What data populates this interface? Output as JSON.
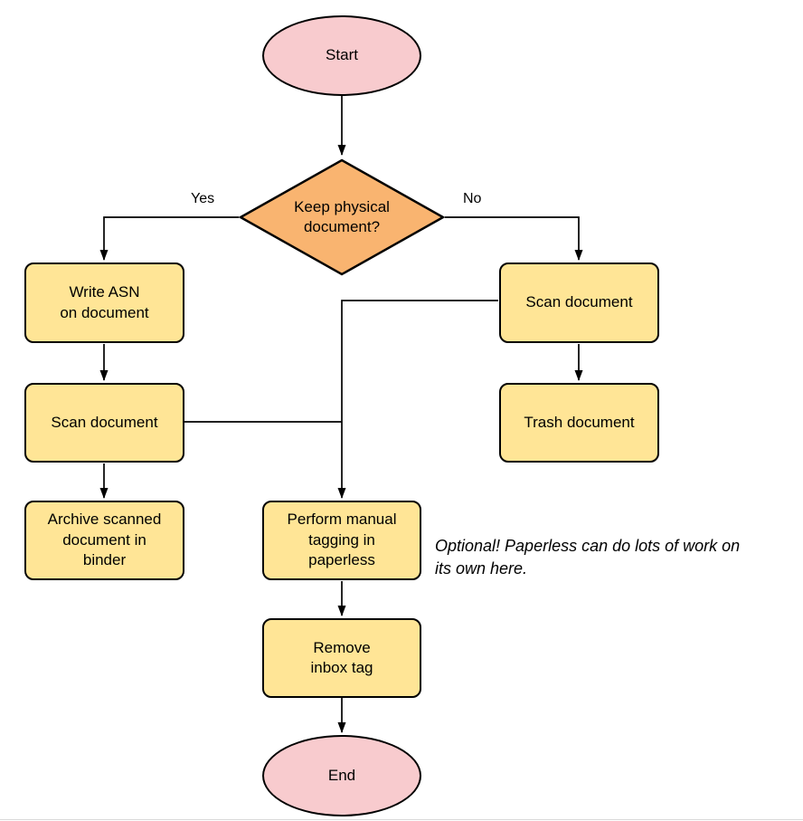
{
  "nodes": {
    "start": "Start",
    "decision": "Keep physical\ndocument?",
    "write_asn": "Write ASN\non document",
    "scan_left": "Scan document",
    "archive": "Archive scanned\ndocument in\nbinder",
    "scan_right": "Scan document",
    "trash": "Trash document",
    "tagging": "Perform manual\ntagging in\npaperless",
    "remove_inbox": "Remove\ninbox tag",
    "end": "End"
  },
  "edges": {
    "yes_label": "Yes",
    "no_label": "No"
  },
  "annotation": "Optional! Paperless can do lots of work on\nits own here.",
  "colors": {
    "terminal_fill": "#f8cbce",
    "decision_fill": "#f9b470",
    "process_fill": "#ffe596",
    "stroke": "#000000"
  }
}
